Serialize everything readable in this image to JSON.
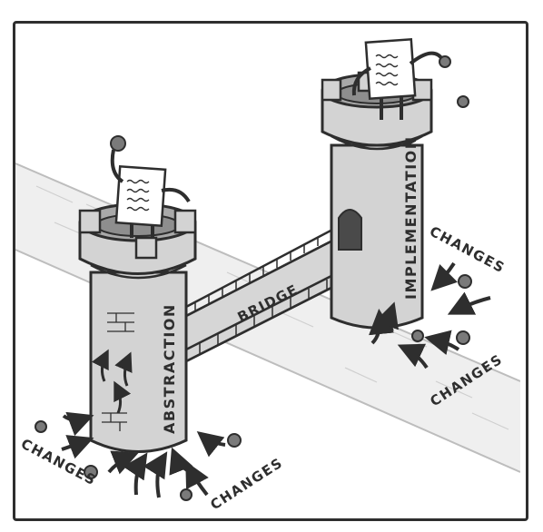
{
  "labels": {
    "abstraction": "ABSTRACTION",
    "implementation": "IMPLEMENTATION",
    "bridge": "BRIDGE",
    "changes": [
      "CHANGES",
      "CHANGES",
      "CHANGES",
      "CHANGES"
    ]
  },
  "colors": {
    "ink": "#2e2e2e",
    "stone": "#d3d3d3",
    "stone_dark": "#a9a9a9",
    "river": "#efefef",
    "paper": "#ffffff"
  },
  "icons": [
    "gear-icon",
    "document-character-icon",
    "arrow-icon",
    "brick-icon"
  ]
}
